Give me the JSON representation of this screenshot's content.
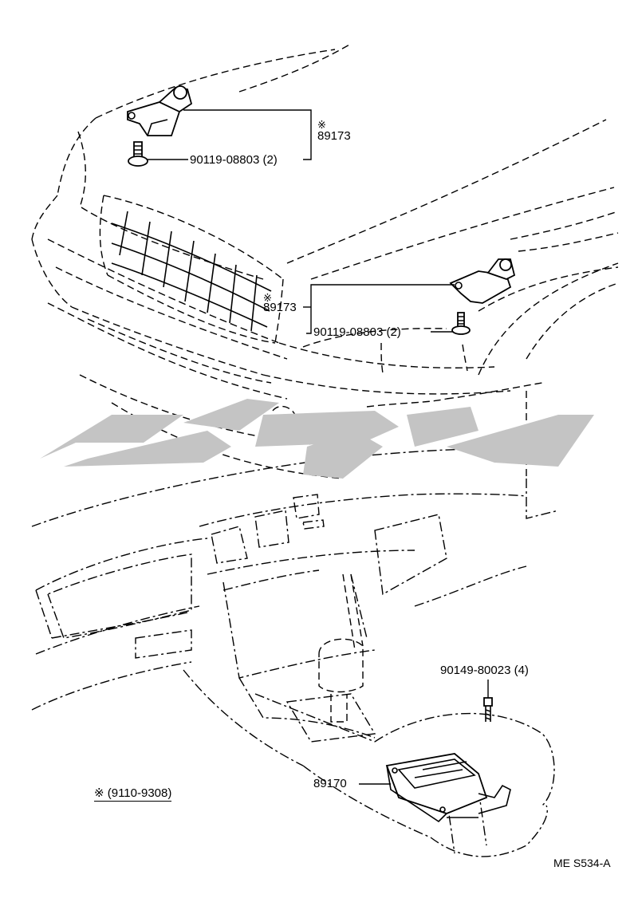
{
  "labels": {
    "part_upper": "89173",
    "bolt_upper": "90119-08803 (2)",
    "part_middle": "89173",
    "bolt_middle": "90119-08803 (2)",
    "bolt_lower": "90149-80023 (4)",
    "part_lower": "89170",
    "asterisk": "※"
  },
  "note": "※ (9110-9308)",
  "reference_code": "ME S534-A",
  "watermark_color": "#c4c4c4"
}
